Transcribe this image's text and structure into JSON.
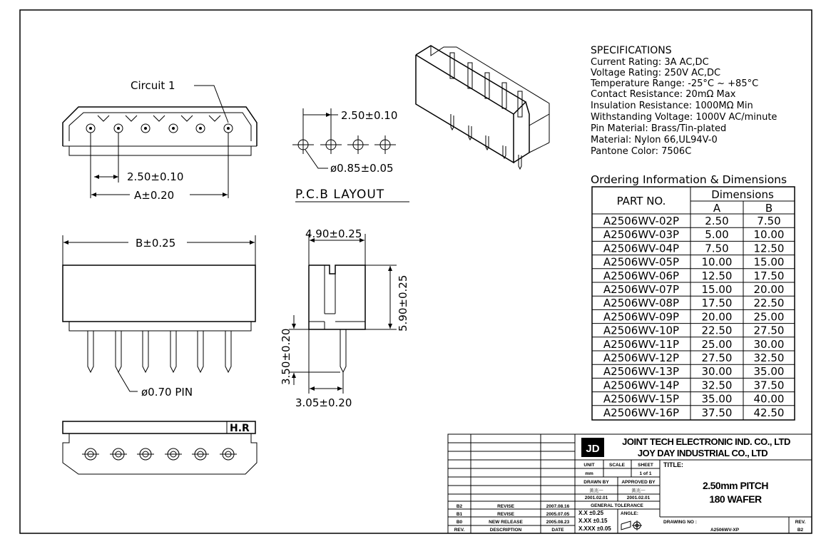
{
  "views": {
    "top": {
      "circuit_label": "Circuit 1",
      "pitch_dim": "2.50±0.10",
      "a_dim": "A±0.20"
    },
    "pcb": {
      "pitch_dim": "2.50±0.10",
      "hole_dim": "ø0.85±0.05",
      "title": "P.C.B LAYOUT"
    },
    "front": {
      "b_dim": "B±0.25",
      "pin_dim": "ø0.70 PIN"
    },
    "side": {
      "width_dim": "4.90±0.25",
      "height_dim": "5.90±0.25",
      "pin_len_dim": "3.50±0.20",
      "offset_dim": "3.05±0.20"
    },
    "bottom": {
      "mark": "H.R"
    }
  },
  "specifications": {
    "heading": "SPECIFICATIONS",
    "lines": [
      "Current Rating: 3A AC,DC",
      "Voltage Rating: 250V AC,DC",
      "Temperature Range: -25°C ~ +85°C",
      "Contact Resistance: 20mΩ Max",
      "Insulation Resistance: 1000MΩ Min",
      "Withstanding Voltage: 1000V AC/minute",
      "Pin Material: Brass/Tin-plated",
      "Material: Nylon 66,UL94V-0",
      "Pantone Color: 7506C"
    ]
  },
  "ordering": {
    "heading": "Ordering Information & Dimensions",
    "col_part": "PART NO.",
    "col_dims": "Dimensions",
    "col_a": "A",
    "col_b": "B",
    "rows": [
      {
        "part": "A2506WV-02P",
        "a": "2.50",
        "b": "7.50"
      },
      {
        "part": "A2506WV-03P",
        "a": "5.00",
        "b": "10.00"
      },
      {
        "part": "A2506WV-04P",
        "a": "7.50",
        "b": "12.50"
      },
      {
        "part": "A2506WV-05P",
        "a": "10.00",
        "b": "15.00"
      },
      {
        "part": "A2506WV-06P",
        "a": "12.50",
        "b": "17.50"
      },
      {
        "part": "A2506WV-07P",
        "a": "15.00",
        "b": "20.00"
      },
      {
        "part": "A2506WV-08P",
        "a": "17.50",
        "b": "22.50"
      },
      {
        "part": "A2506WV-09P",
        "a": "20.00",
        "b": "25.00"
      },
      {
        "part": "A2506WV-10P",
        "a": "22.50",
        "b": "27.50"
      },
      {
        "part": "A2506WV-11P",
        "a": "25.00",
        "b": "30.00"
      },
      {
        "part": "A2506WV-12P",
        "a": "27.50",
        "b": "32.50"
      },
      {
        "part": "A2506WV-13P",
        "a": "30.00",
        "b": "35.00"
      },
      {
        "part": "A2506WV-14P",
        "a": "32.50",
        "b": "37.50"
      },
      {
        "part": "A2506WV-15P",
        "a": "35.00",
        "b": "40.00"
      },
      {
        "part": "A2506WV-16P",
        "a": "37.50",
        "b": "42.50"
      }
    ]
  },
  "title_block": {
    "company_1": "JOINT TECH ELECTRONIC IND. CO., LTD",
    "company_2": "JOY DAY INDUSTRIAL CO., LTD",
    "unit_label": "UNIT",
    "unit_value": "mm",
    "scale_label": "SCALE",
    "sheet_label": "SHEET",
    "sheet_value": "1 of 1",
    "title_label": "TITLE:",
    "drawn_by_label": "DRAWN BY",
    "approved_by_label": "APPROVED BY",
    "drawn_by_name": "黃兆一",
    "approved_by_name": "黃兆一",
    "drawn_date": "2001.02.01",
    "approved_date": "2001.02.01",
    "general_tolerance": "GENERAL TOLERANCE",
    "tol_1": "X.X ±0.25",
    "tol_2": "X.XX ±0.15",
    "tol_3": "X.XXX ±0.05",
    "angle_label": "ANGLE:",
    "title_line_1": "2.50mm PITCH",
    "title_line_2": "180 WAFER",
    "drawing_no_label": "DRAWING NO :",
    "drawing_no": "A2506WV-XP",
    "rev_label": "REV.",
    "rev_value": "B2",
    "rev_rows": [
      {
        "rev": "B2",
        "desc": "REVISE",
        "date": "2007.08.16"
      },
      {
        "rev": "B1",
        "desc": "REVISE",
        "date": "2005.07.05"
      },
      {
        "rev": "B0",
        "desc": "NEW RELEASE",
        "date": "2005.08.23"
      }
    ],
    "rev_header_rev": "REV.",
    "rev_header_desc": "DESCRIPTION",
    "rev_header_date": "DATE"
  }
}
